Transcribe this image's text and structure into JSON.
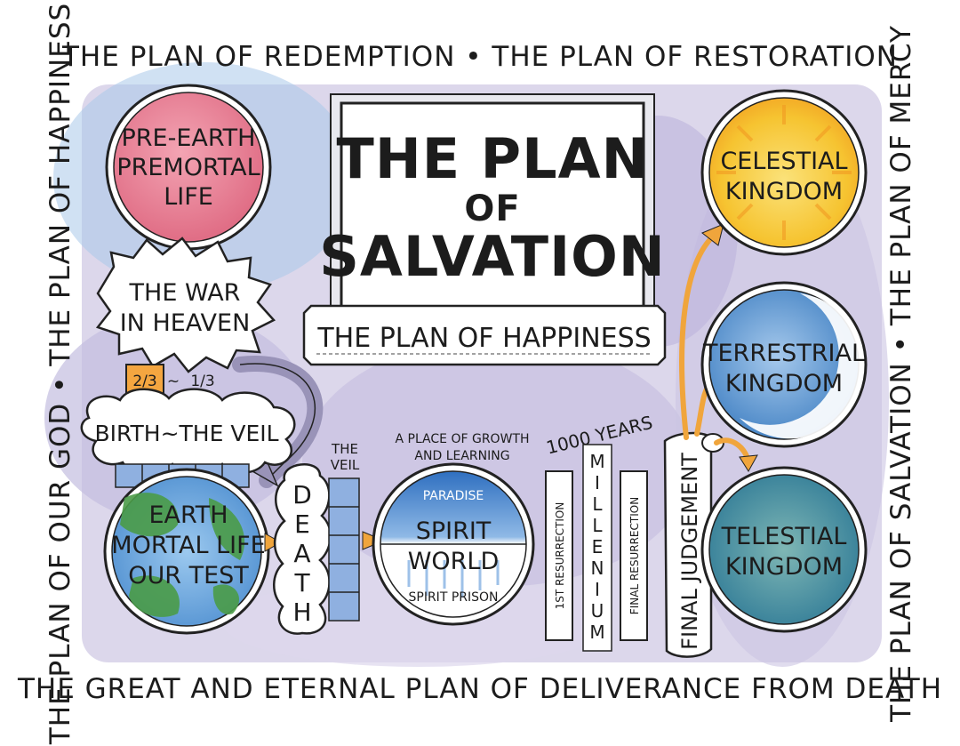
{
  "border": {
    "top": "THE PLAN OF REDEMPTION • THE PLAN OF RESTORATION",
    "bottom": "THE GREAT AND ETERNAL PLAN OF DELIVERANCE FROM DEATH",
    "left": "THE PLAN OF OUR GOD • THE PLAN OF HAPPINESS",
    "right": "THE PLAN OF SALVATION • THE PLAN OF MERCY"
  },
  "title": {
    "line1": "THE PLAN",
    "line2": "OF",
    "line3": "SALVATION"
  },
  "banner": "THE PLAN OF HAPPINESS",
  "premortal": {
    "line1": "PRE-EARTH",
    "line2": "PREMORTAL",
    "line3": "LIFE"
  },
  "war": {
    "line1": "THE WAR",
    "line2": "IN HEAVEN"
  },
  "fractions": {
    "two_thirds": "2/3",
    "one_third": "1/3",
    "tilde": "~"
  },
  "birth": "BIRTH~THE VEIL",
  "earth": {
    "line1": "EARTH",
    "line2": "MORTAL LIFE",
    "line3": "OUR TEST"
  },
  "veil": {
    "line1": "THE",
    "line2": "VEIL"
  },
  "death": [
    "D",
    "E",
    "A",
    "T",
    "H"
  ],
  "growth": {
    "line1": "A PLACE OF GROWTH",
    "line2": "AND LEARNING"
  },
  "spirit_world": {
    "paradise": "PARADISE",
    "line1": "SPIRIT",
    "line2": "WORLD",
    "prison": "SPIRIT PRISON"
  },
  "millennium": {
    "years": "1000 YEARS",
    "letters": [
      "M",
      "I",
      "L",
      "L",
      "E",
      "N",
      "I",
      "U",
      "M"
    ],
    "first_resurrection": "1ST RESURRECTION",
    "final_resurrection": "FINAL RESURRECTION"
  },
  "judgement": "FINAL JUDGEMENT",
  "celestial": {
    "line1": "CELESTIAL",
    "line2": "KINGDOM"
  },
  "terrestrial": {
    "line1": "TERRESTRIAL",
    "line2": "KINGDOM"
  },
  "telestial": {
    "line1": "TELESTIAL",
    "line2": "KINGDOM"
  },
  "colors": {
    "wash_purple": "#cfc6e3",
    "wash_blue": "#a9c9ea",
    "premortal_pink": "#e9798f",
    "celestial_yellow": "#f6c431",
    "terrestrial_blue": "#5b94cf",
    "telestial_teal": "#3f8ea3",
    "earth_green": "#4a9b47",
    "earth_blue": "#5d9fd8",
    "arrow_orange": "#f0a53c"
  }
}
